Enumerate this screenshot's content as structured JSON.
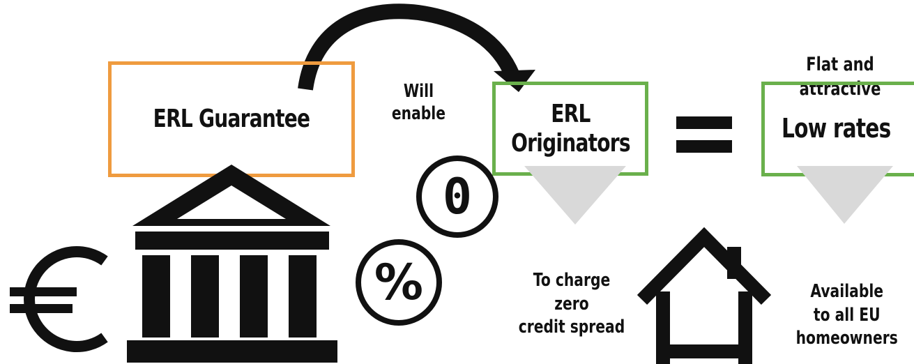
{
  "boxes": {
    "guarantee": "ERL Guarantee",
    "originators": "ERL\nOriginators",
    "low_rates": "Low rates"
  },
  "labels": {
    "will_enable": "Will\nenable",
    "flat_attractive": "Flat and attractive",
    "zero_spread": "To charge zero\ncredit spread",
    "available": "Available\nto all EU\nhomeowners"
  },
  "symbols": {
    "equals": "=",
    "zero": "0",
    "percent": "%",
    "euro": "€"
  },
  "icons": [
    "bank-icon",
    "euro-icon",
    "zero-coin-icon",
    "percent-coin-icon",
    "house-icon",
    "curved-arrow-icon",
    "equals-icon"
  ],
  "colors": {
    "guarantee_border": "#ef9b3f",
    "green_border": "#6ab04c",
    "triangle": "#d9d9d9",
    "ink": "#111111"
  }
}
